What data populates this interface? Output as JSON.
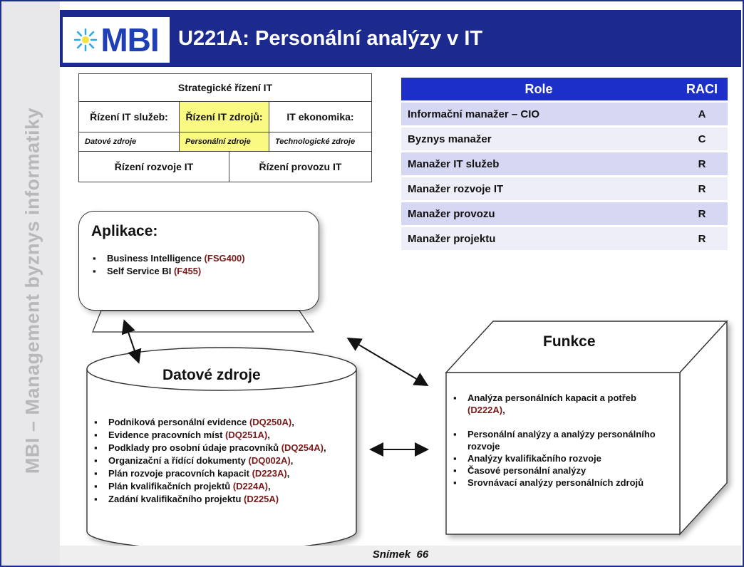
{
  "side_text": "MBI – Management byznys informatiky",
  "logo_text": "MBI",
  "slide_title": "U221A: Personální analýzy v IT",
  "footer": {
    "label": "Snímek",
    "number": "66"
  },
  "scheme": {
    "strategic": "Strategické řízení IT",
    "services": "Řízení IT služeb:",
    "resources": "Řízení IT zdrojů:",
    "economics": "IT ekonomika:",
    "data_sources": "Datové zdroje",
    "personnel": "Personální zdroje",
    "technology": "Technologické zdroje",
    "development": "Řízení rozvoje IT",
    "operations": "Řízení provozu IT"
  },
  "raci": {
    "col_role": "Role",
    "col_raci": "RACI",
    "rows": [
      {
        "role": "Informační manažer – CIO",
        "value": "A"
      },
      {
        "role": "Byznys manažer",
        "value": "C"
      },
      {
        "role": "Manažer IT služeb",
        "value": "R"
      },
      {
        "role": "Manažer rozvoje IT",
        "value": "R"
      },
      {
        "role": "Manažer provozu",
        "value": "R"
      },
      {
        "role": "Manažer projektu",
        "value": "R"
      }
    ]
  },
  "applications": {
    "title": "Aplikace:",
    "items": [
      {
        "text": "Business Intelligence ",
        "code": "(FSG400)"
      },
      {
        "text": "Self Service BI ",
        "code": "(F455)"
      }
    ]
  },
  "data_sources": {
    "title": "Datové zdroje",
    "items": [
      {
        "text": "Podniková personální evidence ",
        "code": "(DQ250A)",
        "suffix": ","
      },
      {
        "text": "Evidence pracovních míst ",
        "code": "(DQ251A)",
        "suffix": ","
      },
      {
        "text": "Podklady pro osobní údaje pracovníků ",
        "code": "(DQ254A)",
        "suffix": ","
      },
      {
        "text": "Organizační a řídící dokumenty ",
        "code": "(DQ002A)",
        "suffix": ","
      },
      {
        "text": "Plán rozvoje pracovních kapacit ",
        "code": "(D223A)",
        "suffix": ","
      },
      {
        "text": "Plán kvalifikačních projektů ",
        "code": "(D224A)",
        "suffix": ","
      },
      {
        "text": "Zadání kvalifikačního projektu ",
        "code": "(D225A)",
        "suffix": ""
      }
    ]
  },
  "functions": {
    "title": "Funkce",
    "items": [
      {
        "text": "Analýza personálních kapacit a potřeb ",
        "code": "(D222A)",
        "suffix": ","
      },
      {
        "text": "Personální analýzy a analýzy personálního rozvoje",
        "code": "",
        "suffix": ""
      },
      {
        "text": "Analýzy kvalifikačního rozvoje",
        "code": "",
        "suffix": ""
      },
      {
        "text": "Časové personální analýzy",
        "code": "",
        "suffix": ""
      },
      {
        "text": "Srovnávací analýzy personálních zdrojů",
        "code": "",
        "suffix": ""
      }
    ]
  },
  "colors": {
    "header": "#1b2a8c",
    "table_header": "#1c2fc8",
    "highlight": "#fafa82",
    "code": "#7a1a1a"
  }
}
